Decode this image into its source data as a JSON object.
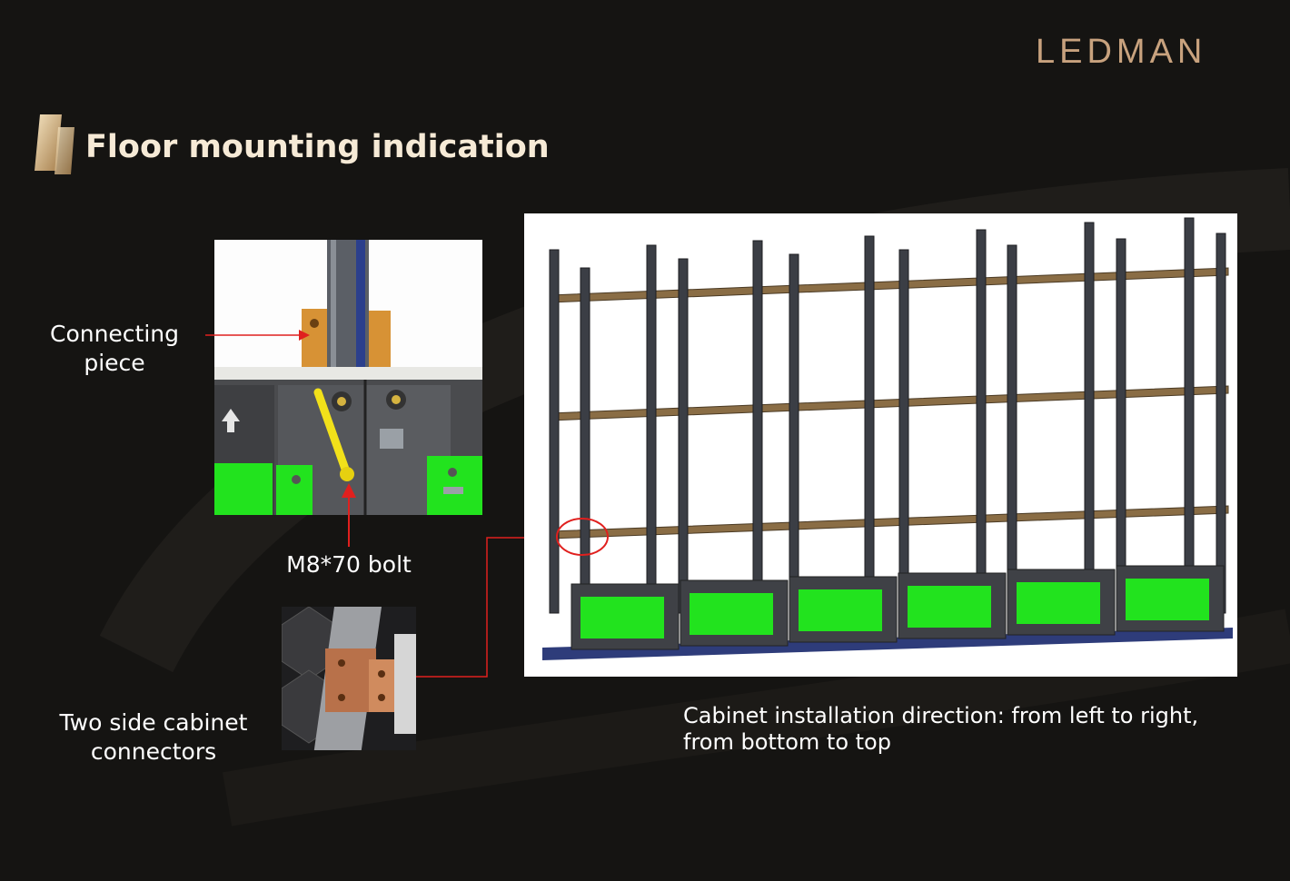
{
  "brand": {
    "logo_text": "LEDMAN",
    "accent": "#c8a27e"
  },
  "slide": {
    "title": "Floor mounting indication"
  },
  "labels": {
    "connecting_piece_1": "Connecting",
    "connecting_piece_2": "piece",
    "bolt": "M8*70 bolt",
    "side_connectors_1": "Two side cabinet",
    "side_connectors_2": "connectors"
  },
  "caption": {
    "line1": "Cabinet installation direction: from left to right,",
    "line2": "from bottom to top"
  },
  "colors": {
    "background": "#151412",
    "callout": "#e0201e",
    "module_green": "#22e31e",
    "bolt_yellow": "#f2e11a",
    "copper": "#b8714a"
  }
}
